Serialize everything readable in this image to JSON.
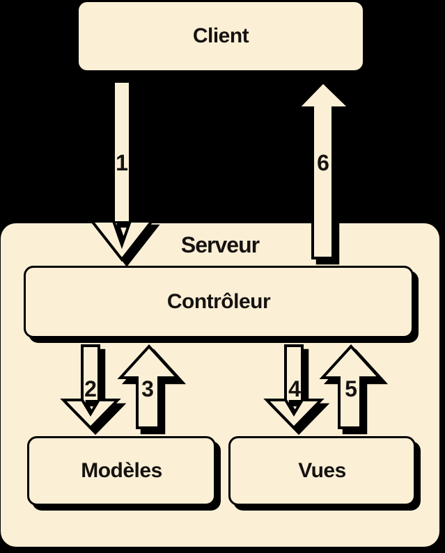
{
  "diagram": {
    "type": "architecture-flow",
    "colors": {
      "background": "#000000",
      "shape_fill": "#FBF0D6",
      "outline": "#000000",
      "text": "#151210"
    },
    "nodes": {
      "client": {
        "label": "Client"
      },
      "server": {
        "label": "Serveur"
      },
      "controller": {
        "label": "Contrôleur"
      },
      "models": {
        "label": "Modèles"
      },
      "views": {
        "label": "Vues"
      }
    },
    "arrows": [
      {
        "number": "1",
        "direction": "down",
        "from": "client",
        "to": "controller"
      },
      {
        "number": "2",
        "direction": "down",
        "from": "controller",
        "to": "models"
      },
      {
        "number": "3",
        "direction": "up",
        "from": "models",
        "to": "controller"
      },
      {
        "number": "4",
        "direction": "down",
        "from": "controller",
        "to": "views"
      },
      {
        "number": "5",
        "direction": "up",
        "from": "views",
        "to": "controller"
      },
      {
        "number": "6",
        "direction": "up",
        "from": "controller",
        "to": "client"
      }
    ]
  }
}
